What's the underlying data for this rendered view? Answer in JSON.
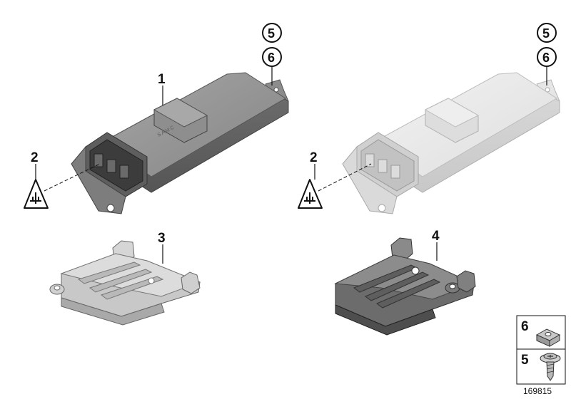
{
  "labels": {
    "left": {
      "part": "1",
      "connector": "2",
      "ref_a": "5",
      "ref_b": "6"
    },
    "right": {
      "connector": "2",
      "ref_a": "5",
      "ref_b": "6"
    },
    "bracket_left": "3",
    "bracket_right": "4",
    "legend": {
      "clip_nut": "6",
      "screw": "5"
    }
  },
  "document_number": "169815",
  "colors": {
    "dark_part": "#7a7a7a",
    "dark_part_top": "#9a9a9a",
    "light_part": "#e2e2e2",
    "light_part_top": "#eeeeee"
  },
  "icons": [
    "plug-warning-icon",
    "clip-nut-icon",
    "screw-icon"
  ]
}
